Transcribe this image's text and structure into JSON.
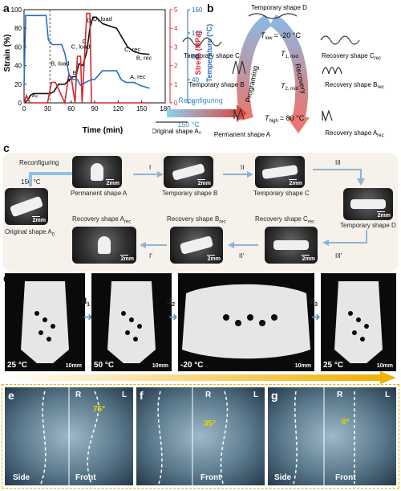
{
  "labels": {
    "a": "a",
    "b": "b",
    "c": "c",
    "d": "d",
    "e": "e",
    "f": "f",
    "g": "g"
  },
  "chart_data": {
    "type": "line",
    "xlabel": "Time (min)",
    "ylabel_left": "Strain (%)",
    "ylabel_stress": "Stress (MPa)",
    "ylabel_temp": "Temperature (°C)",
    "xlim": [
      0,
      180
    ],
    "ylim_strain": [
      0,
      100
    ],
    "ylim_stress": [
      0,
      5
    ],
    "ylim_temp": [
      0,
      160
    ],
    "xticks": [
      "0",
      "30",
      "60",
      "90",
      "120",
      "150",
      "180"
    ],
    "yticks_strain": [
      "0",
      "20",
      "40",
      "60",
      "80",
      "100"
    ],
    "yticks_stress": [
      "0",
      "1",
      "2",
      "3",
      "4",
      "5"
    ],
    "yticks_temp": [
      "0",
      "40",
      "80",
      "120",
      "160"
    ],
    "series": [
      {
        "color": "#111111",
        "x": [
          0,
          5,
          8,
          12,
          33,
          38,
          44,
          52,
          62,
          66,
          70,
          75,
          80,
          84,
          88,
          92,
          100,
          118,
          125,
          132,
          140,
          148,
          160
        ],
        "y": [
          0,
          3,
          8,
          10,
          10,
          12,
          20,
          20,
          28,
          28,
          42,
          40,
          55,
          80,
          92,
          92,
          85,
          80,
          70,
          60,
          55,
          53,
          52
        ]
      },
      {
        "color": "#d9262c",
        "x": [
          0,
          3,
          5,
          8,
          10,
          30,
          35,
          40,
          52,
          57,
          60,
          65,
          68,
          72,
          74,
          80,
          84,
          86,
          88,
          90,
          160
        ],
        "y": [
          0,
          0.4,
          0.2,
          0,
          0,
          0,
          1.1,
          1.1,
          0,
          1.5,
          1.4,
          0,
          2.5,
          2.5,
          0,
          4.8,
          4.8,
          0,
          0,
          0,
          0
        ]
      },
      {
        "color": "#2a6ebf",
        "x": [
          0,
          2,
          4,
          28,
          31,
          36,
          48,
          52,
          58,
          63,
          68,
          72,
          78,
          86,
          90,
          100,
          118,
          124,
          130,
          140,
          148,
          160
        ],
        "y": [
          30,
          150,
          150,
          150,
          108,
          100,
          100,
          85,
          45,
          40,
          40,
          30,
          35,
          40,
          40,
          55,
          55,
          40,
          35,
          35,
          30,
          25
        ]
      }
    ],
    "annotations": [
      "A₀",
      "A",
      "B, load",
      "B",
      "C, load",
      "C",
      "D, load",
      "D",
      "C, rec",
      "B, rec",
      "A, rec"
    ]
  },
  "schematic_b": {
    "temporary_d": "Temporary shape D",
    "temporary_c": "Temporary shape C",
    "temporary_b": "Temporary shape B",
    "permanent_a": "Permanent shape A",
    "original_a0": "Original shape A₀",
    "recovery_c": "Recovery shape C",
    "recovery_b": "Recovery shape B",
    "recovery_a": "Recovery shape A",
    "rec_sub": "rec",
    "t_low": "T",
    "t_low_sub": "low",
    "t_low_val": "= -20 °C",
    "t_high": "T",
    "t_high_sub": "high",
    "t_high_val": "= 80 °C",
    "t1": "T",
    "t1_sub": "1, mid",
    "t2": "T",
    "t2_sub": "2, mid",
    "programing": "Programing",
    "recovery": "Recovery",
    "reconfiguring": "Reconfiguring",
    "temp150": "150 °C"
  },
  "panel_c": {
    "reconfiguring": "Reconfiguring",
    "temp150": "150 °C",
    "original": "Original shape A",
    "original_sub": "0",
    "permanent": "Permanent shape A",
    "temp_b": "Temporary shape B",
    "temp_c": "Temporary shape C",
    "temp_d": "Temporary shape D",
    "rec_a": "Recovery shape A",
    "rec_b": "Recovery shape B",
    "rec_c": "Recovery shape C",
    "rec_sub": "rec",
    "roman": [
      "I",
      "II",
      "III",
      "I′",
      "II′",
      "III′"
    ],
    "scale": "2mm"
  },
  "panel_d": {
    "temps": [
      "25 °C",
      "50 °C",
      "-20 °C",
      "25 °C"
    ],
    "arrows": [
      "d",
      "d",
      "d"
    ],
    "arrow_subs": [
      "1",
      "2",
      "3"
    ],
    "scale": "10mm"
  },
  "panel_xray": {
    "side": "Side",
    "front": "Front",
    "R": "R",
    "L": "L",
    "angles": [
      "75°",
      "35°",
      "0°"
    ]
  }
}
